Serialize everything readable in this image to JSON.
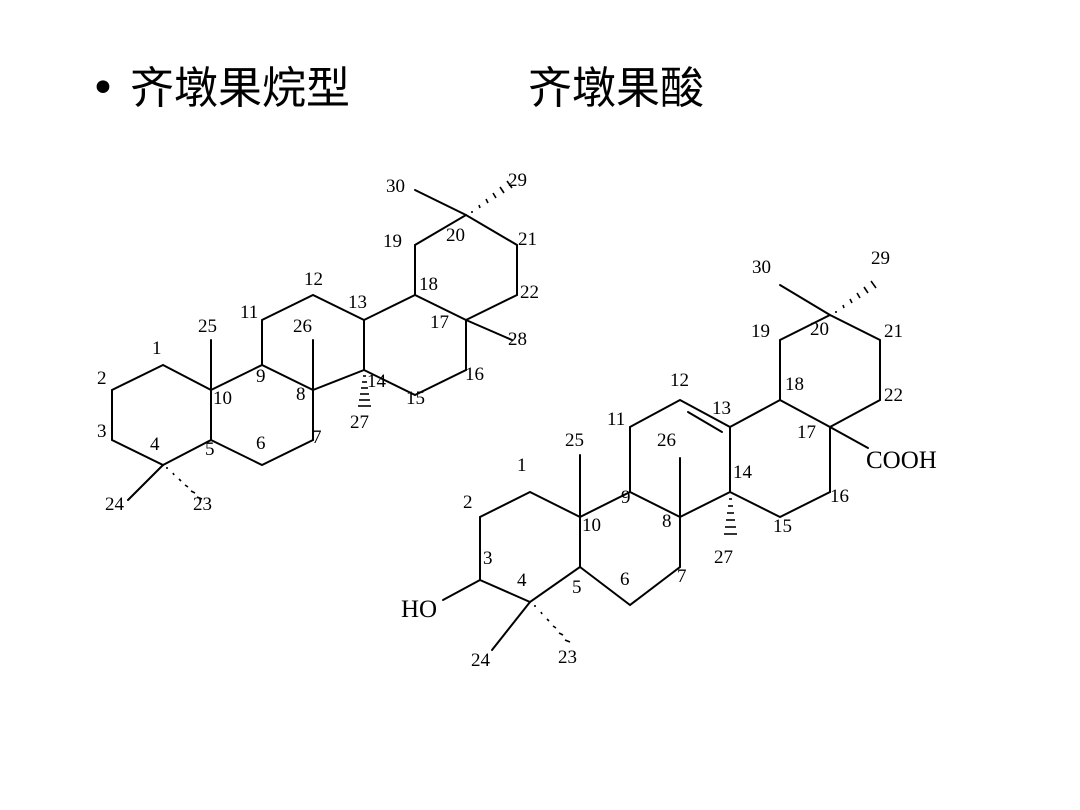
{
  "slide": {
    "bullet": "•",
    "heading_left": "齐墩果烷型",
    "heading_right": "齐墩果酸"
  },
  "left_structure": {
    "numbers": [
      "1",
      "2",
      "3",
      "4",
      "5",
      "6",
      "7",
      "8",
      "9",
      "10",
      "11",
      "12",
      "13",
      "14",
      "15",
      "16",
      "17",
      "18",
      "19",
      "20",
      "21",
      "22",
      "23",
      "24",
      "25",
      "26",
      "27",
      "28",
      "29",
      "30"
    ]
  },
  "right_structure": {
    "numbers": [
      "1",
      "2",
      "3",
      "4",
      "5",
      "6",
      "7",
      "8",
      "9",
      "10",
      "11",
      "12",
      "13",
      "14",
      "15",
      "16",
      "17",
      "18",
      "19",
      "20",
      "21",
      "22",
      "23",
      "24",
      "25",
      "26",
      "27",
      "29",
      "30"
    ],
    "groups": {
      "hydroxyl": "HO",
      "carboxyl": "COOH"
    }
  }
}
